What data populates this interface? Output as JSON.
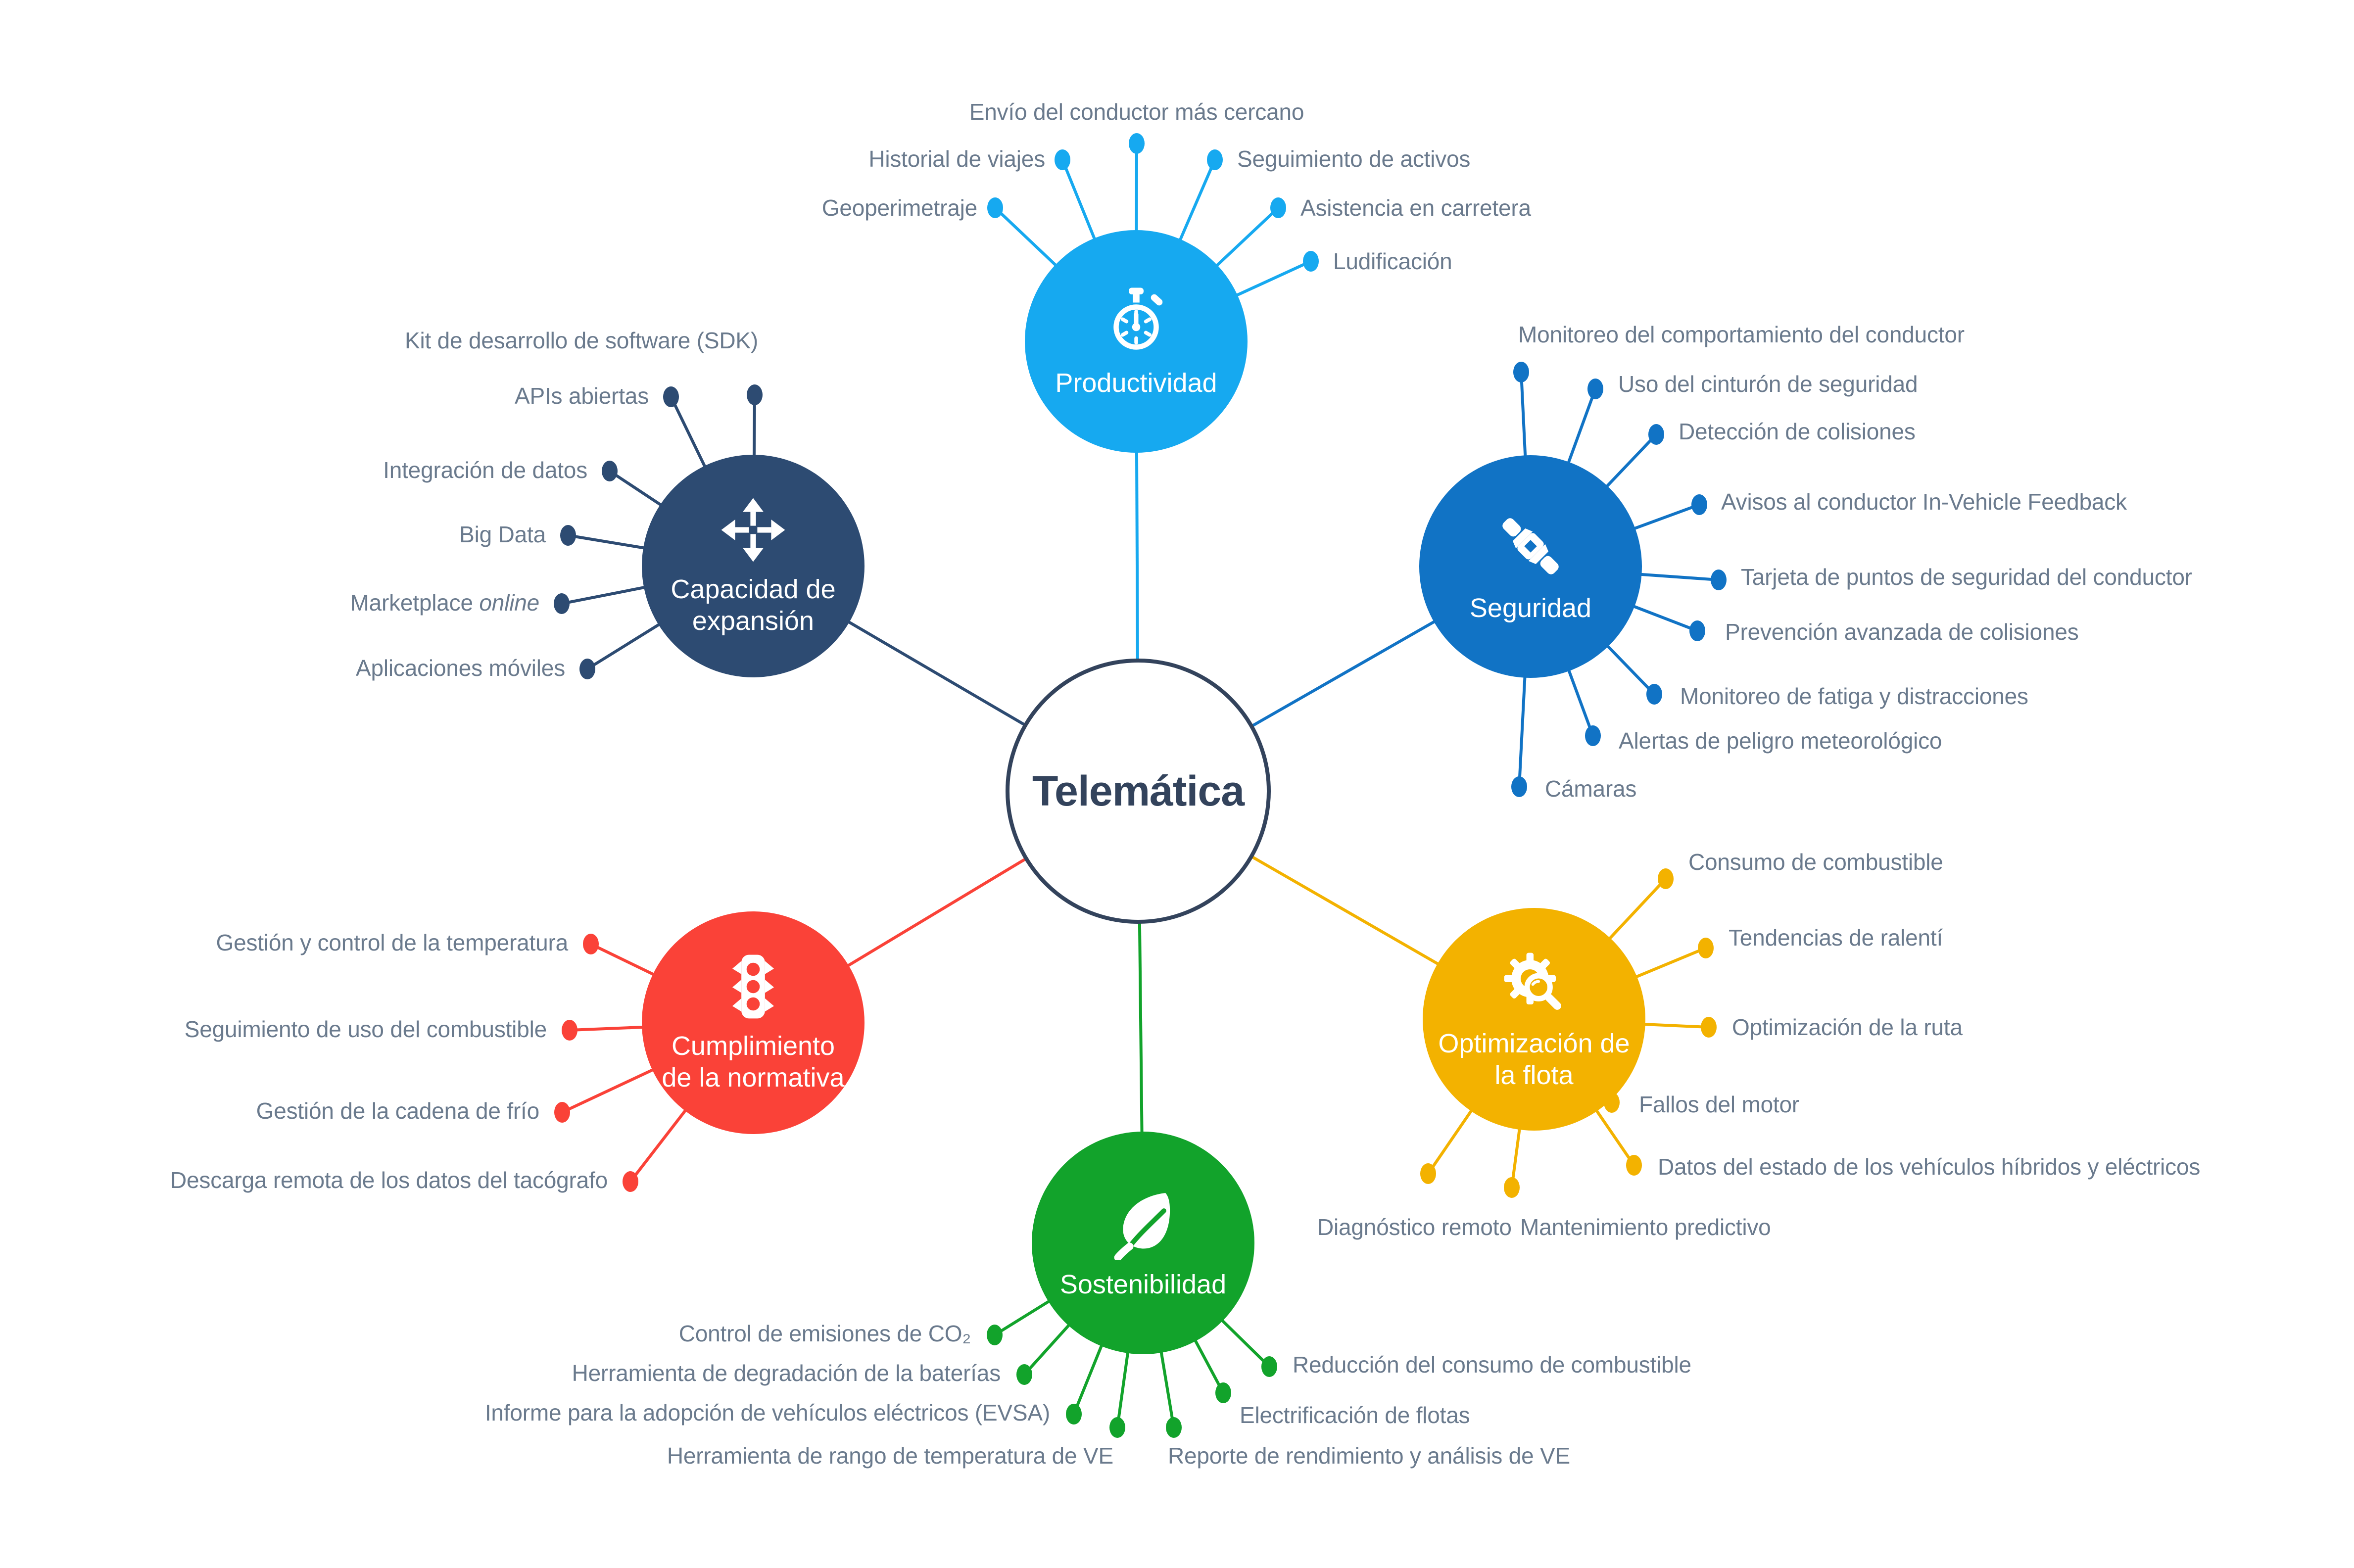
{
  "center": {
    "label": "Telemática"
  },
  "colors": {
    "productividad": "#16A9F0",
    "seguridad": "#1173C5",
    "capacidad": "#2D4B72",
    "cumplimiento": "#FA4238",
    "optimizacion": "#F3B200",
    "sostenibilidad": "#12A32B",
    "leaf_text": "#6A7A8D",
    "center_outline": "#33435C"
  },
  "branches": [
    {
      "label": "Productividad",
      "color": "#16A9F0",
      "icon": "stopwatch-icon",
      "leaves": [
        "Envío del conductor más cercano",
        "Historial de viajes",
        "Seguimiento de activos",
        "Geoperimetraje",
        "Asistencia en carretera",
        "Ludificación"
      ]
    },
    {
      "label": "Seguridad",
      "color": "#1173C5",
      "icon": "seatbelt-icon",
      "leaves": [
        "Monitoreo del comportamiento del conductor",
        "Uso del cinturón de seguridad",
        "Detección de colisiones",
        "Avisos al conductor In-Vehicle Feedback",
        "Tarjeta de puntos de seguridad del conductor",
        "Prevención avanzada de colisiones",
        "Monitoreo de fatiga y distracciones",
        "Alertas de peligro meteorológico",
        "Cámaras"
      ]
    },
    {
      "label": "Capacidad de expansión",
      "color": "#2D4B72",
      "icon": "expand-arrows-icon",
      "online_suffix": "online",
      "leaves": [
        "Kit de desarrollo de software (SDK)",
        "APIs abiertas",
        "Integración de datos",
        "Big Data",
        "Marketplace",
        "Aplicaciones móviles"
      ]
    },
    {
      "label": "Cumplimiento de la normativa",
      "color": "#FA4238",
      "icon": "traffic-light-icon",
      "leaves": [
        "Gestión y control de la temperatura",
        "Seguimiento de uso del combustible",
        "Gestión de la cadena de frío",
        "Descarga remota de los datos del tacógrafo"
      ]
    },
    {
      "label": "Optimización de la flota",
      "color": "#F3B200",
      "icon": "gear-magnifier-icon",
      "leaves": [
        "Consumo de combustible",
        "Tendencias de ralentí",
        "Optimización de la ruta",
        "Fallos del motor",
        "Datos del estado de los vehículos híbridos y eléctricos",
        "Mantenimiento predictivo",
        "Diagnóstico remoto"
      ]
    },
    {
      "label": "Sostenibilidad",
      "color": "#12A32B",
      "icon": "leaf-icon",
      "leaves": [
        "Control de emisiones de CO₂",
        "Herramienta de degradación de la baterías",
        "Informe para la adopción de vehículos eléctricos (EVSA)",
        "Herramienta de rango de temperatura de VE",
        "Reporte de rendimiento y análisis de VE",
        "Electrificación de flotas",
        "Reducción del consumo de combustible"
      ]
    }
  ]
}
